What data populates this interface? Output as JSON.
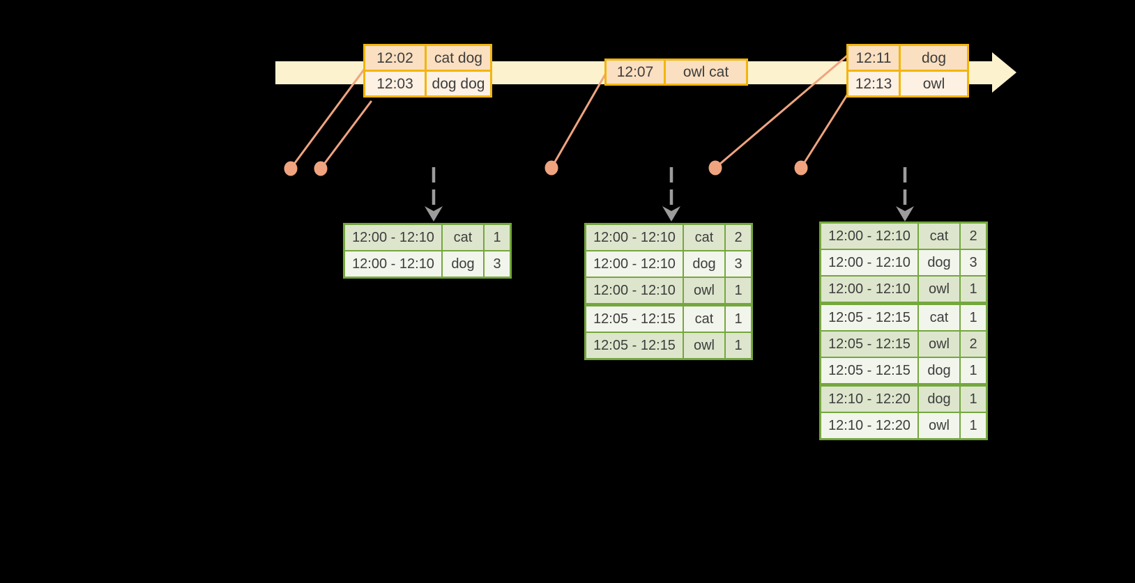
{
  "colors": {
    "background": "#000000",
    "timeline_band": "#FCF2CE",
    "event_table_border": "#F2B50D",
    "event_row_peach": "#FADFC0",
    "event_row_cream": "#FDF1E3",
    "leader_line_and_dot": "#EFA47F",
    "result_table_border": "#74A73D",
    "result_row_sage": "#DDE6CD",
    "result_row_white": "#F2F5EC",
    "dashed_arrow": "#9C9C9C",
    "text": "#3D3D3D"
  },
  "event_tables": [
    {
      "rows": [
        {
          "time": "12:02",
          "words": "cat dog"
        },
        {
          "time": "12:03",
          "words": "dog dog"
        }
      ]
    },
    {
      "rows": [
        {
          "time": "12:07",
          "words": "owl cat"
        }
      ]
    },
    {
      "rows": [
        {
          "time": "12:11",
          "words": "dog"
        },
        {
          "time": "12:13",
          "words": "owl"
        }
      ]
    }
  ],
  "result_tables": [
    {
      "rows": [
        {
          "window": "12:00 - 12:10",
          "word": "cat",
          "count": "1"
        },
        {
          "window": "12:00 - 12:10",
          "word": "dog",
          "count": "3"
        }
      ]
    },
    {
      "rows": [
        {
          "window": "12:00 - 12:10",
          "word": "cat",
          "count": "2"
        },
        {
          "window": "12:00 - 12:10",
          "word": "dog",
          "count": "3"
        },
        {
          "window": "12:00 - 12:10",
          "word": "owl",
          "count": "1"
        },
        {
          "window": "12:05 - 12:15",
          "word": "cat",
          "count": "1"
        },
        {
          "window": "12:05 - 12:15",
          "word": "owl",
          "count": "1"
        }
      ]
    },
    {
      "rows": [
        {
          "window": "12:00 - 12:10",
          "word": "cat",
          "count": "2"
        },
        {
          "window": "12:00 - 12:10",
          "word": "dog",
          "count": "3"
        },
        {
          "window": "12:00 - 12:10",
          "word": "owl",
          "count": "1"
        },
        {
          "window": "12:05 - 12:15",
          "word": "cat",
          "count": "1"
        },
        {
          "window": "12:05 - 12:15",
          "word": "owl",
          "count": "2"
        },
        {
          "window": "12:05 - 12:15",
          "word": "dog",
          "count": "1"
        },
        {
          "window": "12:10 - 12:20",
          "word": "dog",
          "count": "1"
        },
        {
          "window": "12:10 - 12:20",
          "word": "owl",
          "count": "1"
        }
      ]
    }
  ]
}
